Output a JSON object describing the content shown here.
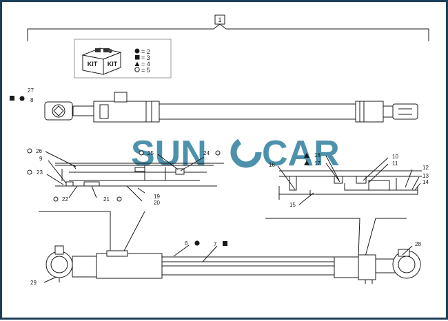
{
  "kit": {
    "box_label_left": "KIT",
    "box_label_right": "KIT",
    "legend": [
      {
        "symbol": "circle-filled",
        "text": "= 2"
      },
      {
        "symbol": "square-filled",
        "text": "= 3"
      },
      {
        "symbol": "triangle-filled",
        "text": "= 4"
      },
      {
        "symbol": "circle-open",
        "text": "= 5"
      }
    ]
  },
  "assembly_number": "1",
  "watermark": {
    "left": "SUN",
    "right": "CAR",
    "color": "#2e7f9e"
  },
  "callouts": [
    "2",
    "3",
    "4",
    "5",
    "6",
    "7",
    "8",
    "9",
    "10",
    "11",
    "12",
    "13",
    "14",
    "15",
    "16",
    "17",
    "18",
    "19",
    "20",
    "21",
    "22",
    "23",
    "24",
    "25",
    "26",
    "27",
    "28",
    "29"
  ],
  "colors": {
    "frame": "#1d3f57",
    "line": "#1a1a1a"
  }
}
